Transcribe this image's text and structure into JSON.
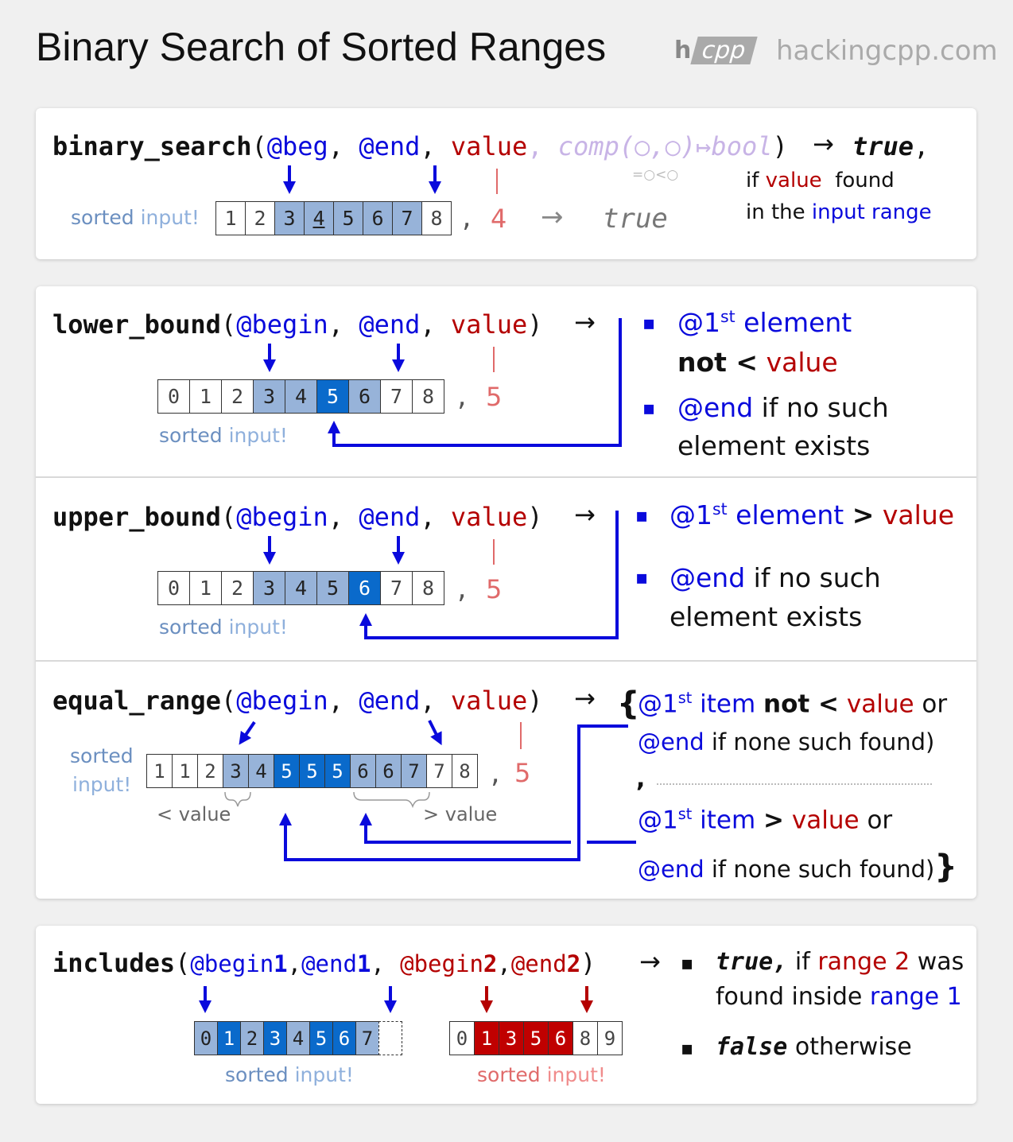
{
  "header": {
    "title": "Binary Search of Sorted Ranges",
    "logo_h": "h",
    "logo_cpp": "cpp",
    "site": "hackingcpp.com"
  },
  "binary_search": {
    "fn": "binary_search",
    "open": "(",
    "beg": "@beg",
    "comma1": ",",
    "end": "@end",
    "comma2": ",",
    "value": "value",
    "comma3": ",",
    "comp": "comp(○,○)↦bool",
    "close": ")",
    "arrow": "→",
    "result": "true",
    "result_comma": ",",
    "comp_hint": "=○<○",
    "note_if": "if",
    "note_value": "value",
    "note_found": "found",
    "note_in": "in the",
    "note_range": "input range",
    "sorted_a": "sorted",
    "sorted_b": "input!",
    "cells": [
      "1",
      "2",
      "3",
      "4",
      "5",
      "6",
      "7",
      "8"
    ],
    "ex_comma": ",",
    "ex_value": "4",
    "ex_arrow": "→",
    "ex_result": "true"
  },
  "lower_bound": {
    "fn": "lower_bound",
    "open": "(",
    "begin": "@begin",
    "comma1": ",",
    "end": "@end",
    "comma2": ",",
    "value": "value",
    "close": ")",
    "arrow": "→",
    "cells": [
      "0",
      "1",
      "2",
      "3",
      "4",
      "5",
      "6",
      "7",
      "8"
    ],
    "ex_comma": ",",
    "ex_value": "5",
    "sorted_a": "sorted",
    "sorted_b": "input!",
    "bullet": "▪",
    "r1_at": "@1",
    "r1_st": "st",
    "r1_elem": "element",
    "r1_not": "not <",
    "r1_value": "value",
    "r2_end": "@end",
    "r2_text": "if no such",
    "r2_text2": "element exists"
  },
  "upper_bound": {
    "fn": "upper_bound",
    "open": "(",
    "begin": "@begin",
    "comma1": ",",
    "end": "@end",
    "comma2": ",",
    "value": "value",
    "close": ")",
    "arrow": "→",
    "cells": [
      "0",
      "1",
      "2",
      "3",
      "4",
      "5",
      "6",
      "7",
      "8"
    ],
    "ex_comma": ",",
    "ex_value": "5",
    "sorted_a": "sorted",
    "sorted_b": "input!",
    "bullet": "▪",
    "r1_at": "@1",
    "r1_st": "st",
    "r1_elem": "element",
    "r1_gt": ">",
    "r1_value": "value",
    "r2_end": "@end",
    "r2_text": "if no such",
    "r2_text2": "element exists"
  },
  "equal_range": {
    "fn": "equal_range",
    "open": "(",
    "begin": "@begin",
    "comma1": ",",
    "end": "@end",
    "comma2": ",",
    "value": "value",
    "close": ")",
    "arrow": "→",
    "cells": [
      "1",
      "1",
      "2",
      "3",
      "4",
      "5",
      "5",
      "5",
      "6",
      "6",
      "7",
      "7",
      "8"
    ],
    "ex_comma": ",",
    "ex_value": "5",
    "sorted_a": "sorted",
    "sorted_b": "input!",
    "lt_value": "< value",
    "gt_value": "> value",
    "brace_open": "{",
    "brace_close": "}",
    "p1_at": "@1",
    "p1_st": "st",
    "p1_item": "item",
    "p1_not": "not <",
    "p1_value": "value",
    "p1_or": "or",
    "p1_end": "@end",
    "p1_rest": "if none such found)",
    "sep_comma": ",",
    "p2_at": "@1",
    "p2_st": "st",
    "p2_item": "item",
    "p2_gt": ">",
    "p2_value": "value",
    "p2_or": "or",
    "p2_end": "@end",
    "p2_rest": "if none such found)"
  },
  "includes": {
    "fn": "includes",
    "open": "(",
    "begin1a": "@begin",
    "begin1b": "1",
    "comma1": ",",
    "end1a": "@end",
    "end1b": "1",
    "comma2": ",",
    "begin2a": "@begin",
    "begin2b": "2",
    "comma3": ",",
    "end2a": "@end",
    "end2b": "2",
    "close": ")",
    "arrow": "→",
    "cells1": [
      "0",
      "1",
      "2",
      "3",
      "4",
      "5",
      "6",
      "7",
      ""
    ],
    "cells2": [
      "0",
      "1",
      "3",
      "5",
      "6",
      "8",
      "9"
    ],
    "sorted1_a": "sorted",
    "sorted1_b": "input!",
    "sorted2_a": "sorted",
    "sorted2_b": "input!",
    "bullet": "▪",
    "r1_true": "true,",
    "r1_if": "if",
    "r1_range2": "range 2",
    "r1_was": "was",
    "r1_found": "found inside",
    "r1_range1": "range 1",
    "r2_false": "false",
    "r2_other": "otherwise"
  },
  "colors": {
    "accent_blue": "#0a0adc",
    "value_red": "#b40000",
    "cell_light": "#97b3d9",
    "cell_dark": "#0a6acb",
    "cell_red": "#c00000"
  }
}
